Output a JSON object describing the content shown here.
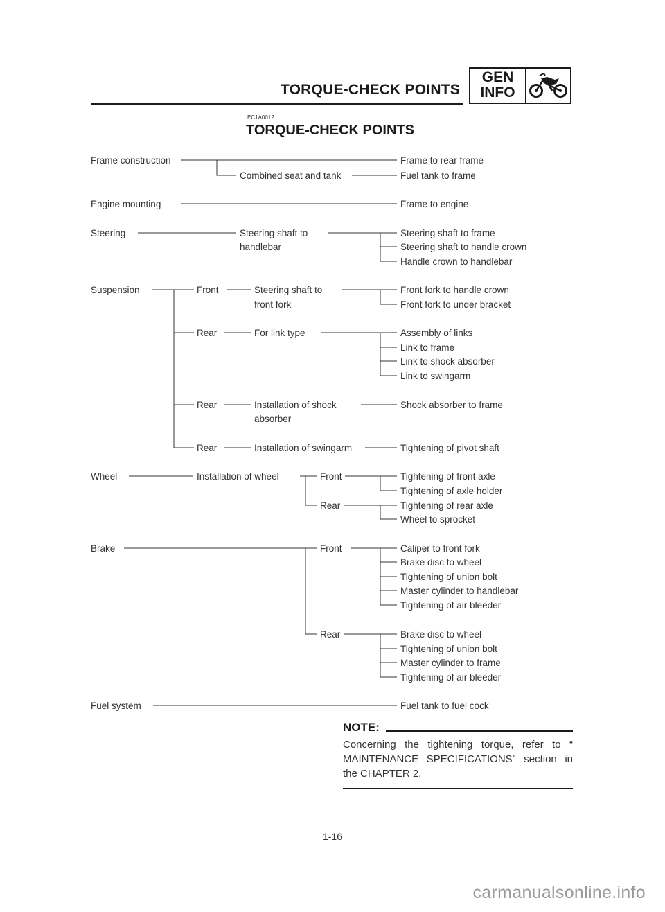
{
  "header": {
    "running_title": "TORQUE-CHECK POINTS",
    "section_code": [
      "GEN",
      "INFO"
    ],
    "section_icon": "motorcycle-icon"
  },
  "doc": {
    "code": "EC1A0012",
    "title": "TORQUE-CHECK POINTS"
  },
  "tree": {
    "frame": {
      "label": "Frame construction",
      "sub": "Combined seat and tank",
      "points": [
        "Frame to rear frame",
        "Fuel tank to frame"
      ]
    },
    "engine": {
      "label": "Engine mounting",
      "points": [
        "Frame to engine"
      ]
    },
    "steering": {
      "label": "Steering",
      "sub": [
        "Steering shaft to",
        "handlebar"
      ],
      "points": [
        "Steering shaft to frame",
        "Steering shaft to handle crown",
        "Handle crown to handlebar"
      ]
    },
    "suspension": {
      "label": "Suspension",
      "front": {
        "label": "Front",
        "sub": [
          "Steering shaft to",
          "front fork"
        ],
        "points": [
          "Front fork to handle crown",
          "Front fork to under bracket"
        ]
      },
      "rear_link": {
        "label": "Rear",
        "sub": "For link type",
        "points": [
          "Assembly of links",
          "Link to frame",
          "Link to shock absorber",
          "Link to swingarm"
        ]
      },
      "rear_shock": {
        "label": "Rear",
        "sub": [
          "Installation of shock",
          "absorber"
        ],
        "points": [
          "Shock absorber to frame"
        ]
      },
      "rear_swingarm": {
        "label": "Rear",
        "sub": "Installation of swingarm",
        "points": [
          "Tightening of pivot shaft"
        ]
      }
    },
    "wheel": {
      "label": "Wheel",
      "sub": "Installation of wheel",
      "front": {
        "label": "Front",
        "points": [
          "Tightening of front axle",
          "Tightening of axle holder"
        ]
      },
      "rear": {
        "label": "Rear",
        "points": [
          "Tightening of rear axle",
          "Wheel to sprocket"
        ]
      }
    },
    "brake": {
      "label": "Brake",
      "front": {
        "label": "Front",
        "points": [
          "Caliper to front fork",
          "Brake disc to wheel",
          "Tightening of union bolt",
          "Master cylinder to handlebar",
          "Tightening of air bleeder"
        ]
      },
      "rear": {
        "label": "Rear",
        "points": [
          "Brake disc to wheel",
          "Tightening of union bolt",
          "Master cylinder to frame",
          "Tightening of air bleeder"
        ]
      }
    },
    "fuel": {
      "label": "Fuel system",
      "points": [
        "Fuel tank to fuel cock"
      ]
    }
  },
  "note": {
    "title": "NOTE:",
    "text": "Concerning the tightening torque, refer to “ MAINTENANCE SPECIFICATIONS” section in the CHAPTER 2."
  },
  "footer": {
    "page_number": "1-16",
    "watermark": "carmanualsonline.info"
  }
}
